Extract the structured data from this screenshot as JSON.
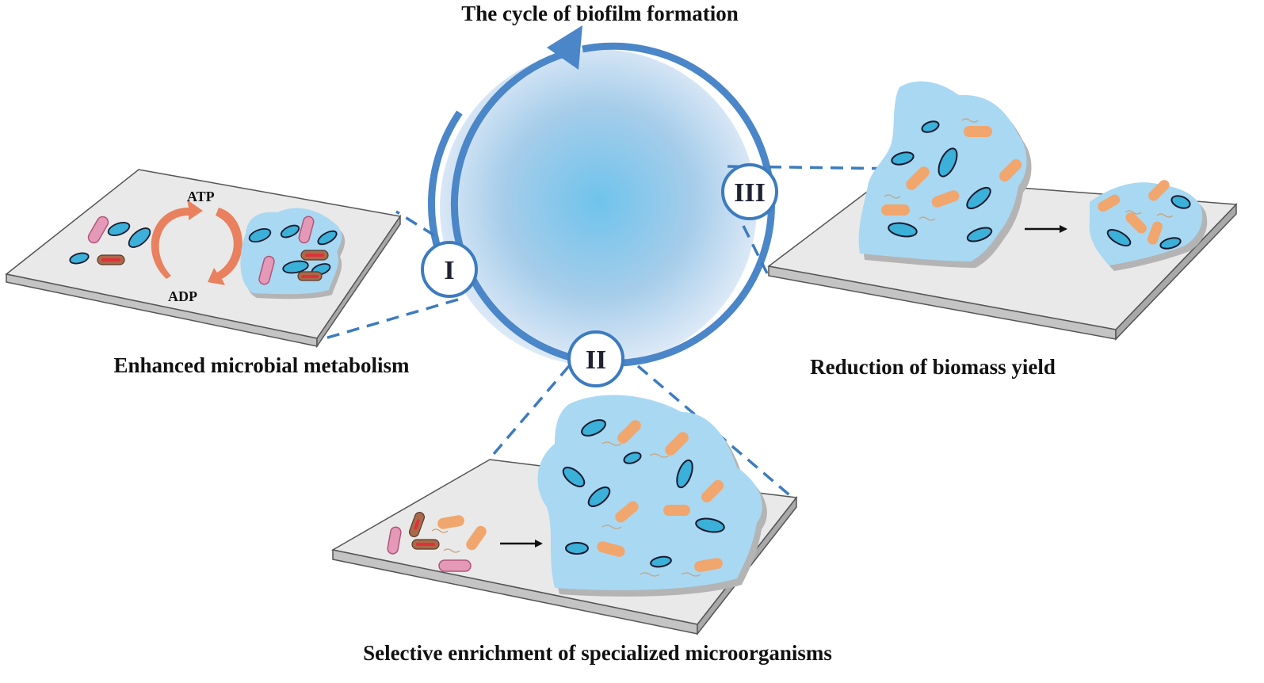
{
  "title": "The cycle of biofilm formation",
  "stages": [
    {
      "numeral": "I",
      "caption": "Enhanced microbial metabolism"
    },
    {
      "numeral": "II",
      "caption": "Selective enrichment of specialized microorganisms"
    },
    {
      "numeral": "III",
      "caption": "Reduction of biomass yield"
    }
  ],
  "metabolism": {
    "atp_label": "ATP",
    "adp_label": "ADP"
  },
  "colors": {
    "cycle_ring": "#4a86c8",
    "zoom_dash": "#3d7bbf",
    "biofilm": "#a9d8f2",
    "biofilm_shadow": "#b4b4b4",
    "cocci": "#3bb0d9",
    "rod": "#f0a66c",
    "rod_red": "#c0504d",
    "pink_bacteria": "#e49ab7",
    "atp_arrow": "#e9805e",
    "surface": "#e9e9e9"
  }
}
